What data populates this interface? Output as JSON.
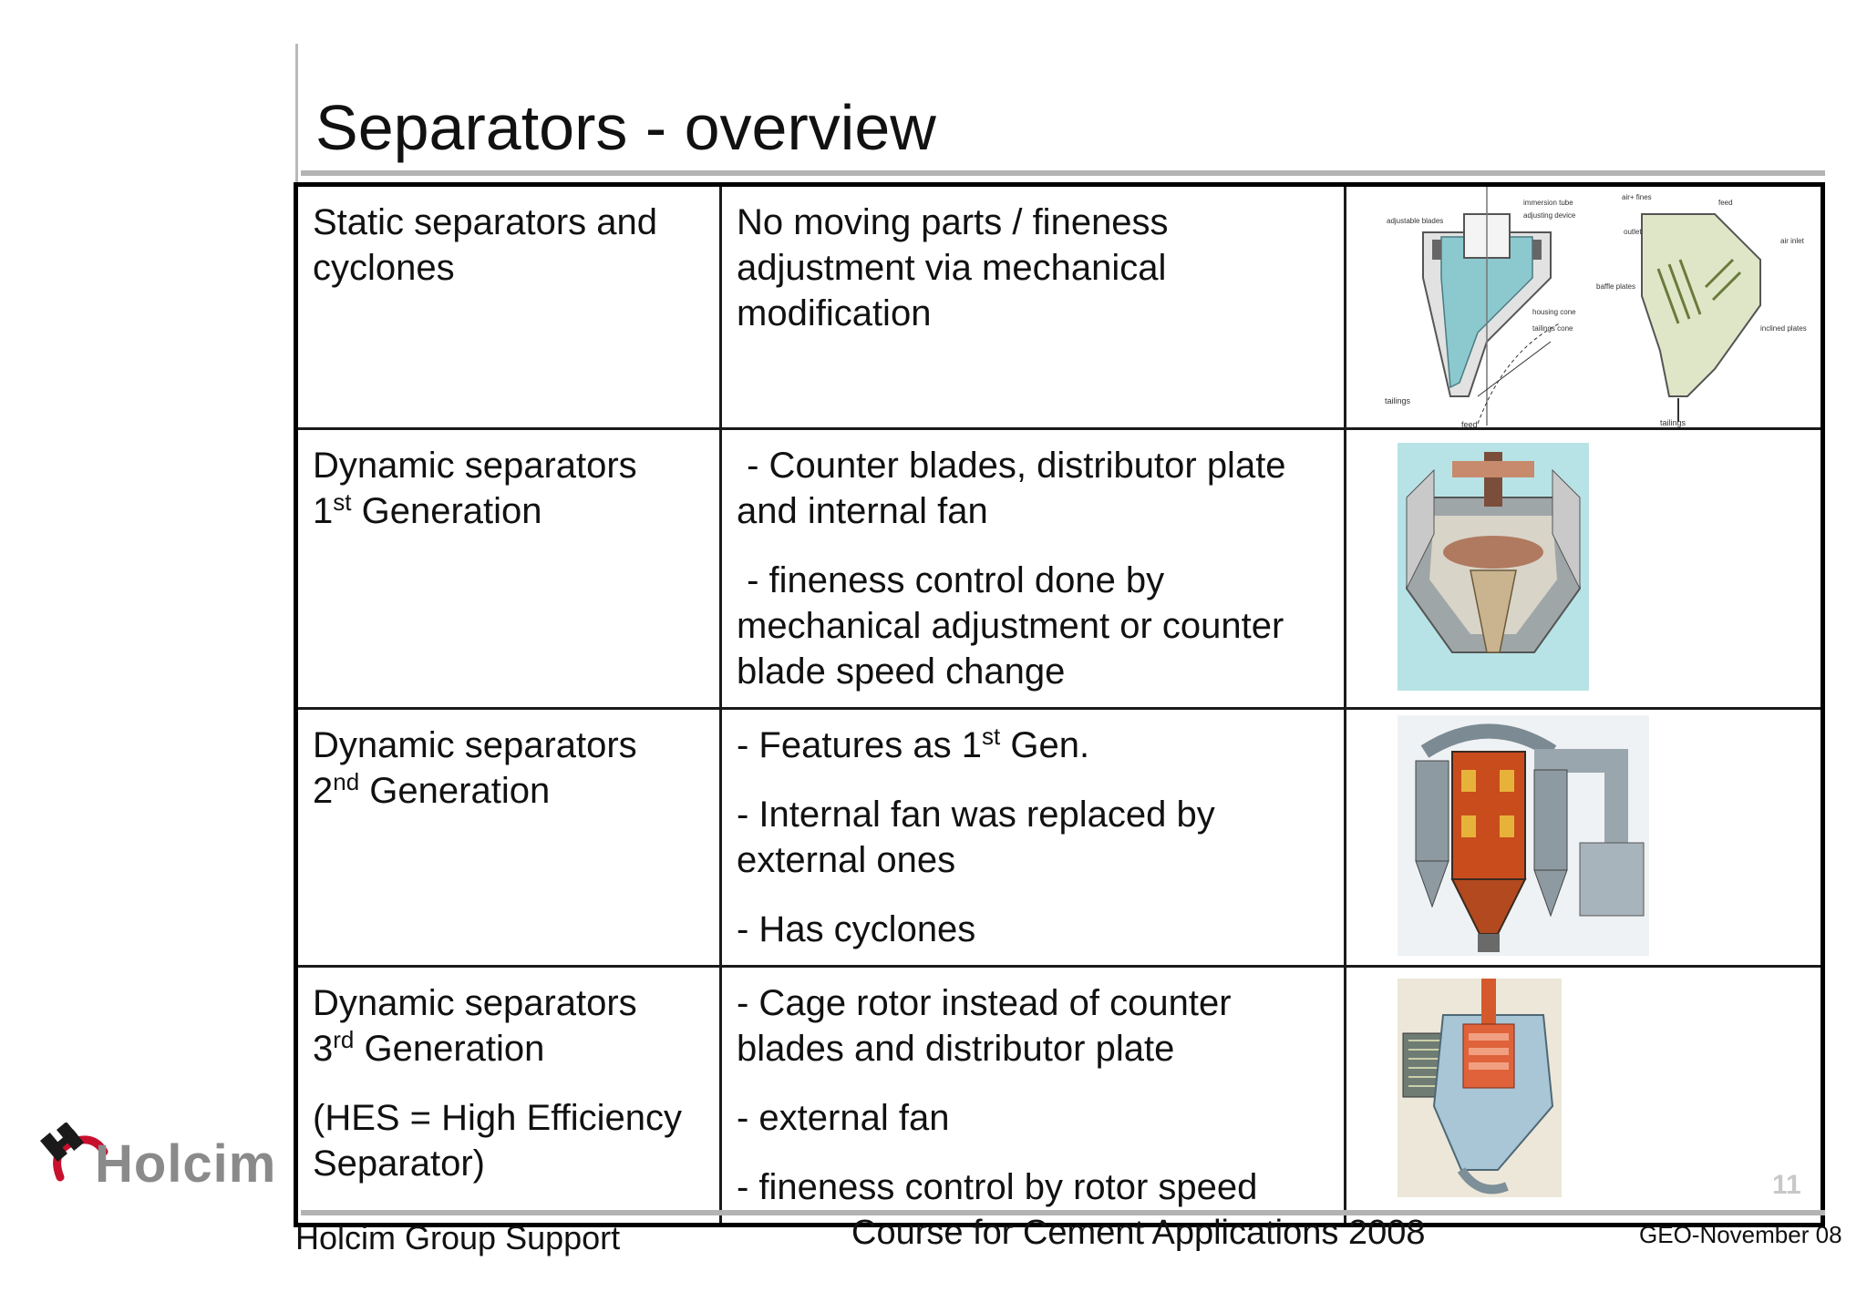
{
  "title": "Separators - overview",
  "rows": [
    {
      "category": "Static separators and cyclones",
      "description": [
        "No moving parts / fineness adjustment via mechanical modification"
      ]
    },
    {
      "category_name": "Dynamic separators",
      "gen_num": "1",
      "gen_sup": "st",
      "gen_word": "Generation",
      "description": [
        " - Counter blades, distributor plate and internal fan",
        " - fineness control done by mechanical adjustment or counter blade speed change"
      ]
    },
    {
      "category_name": "Dynamic separators",
      "gen_num": "2",
      "gen_sup": "nd",
      "gen_word": "Generation",
      "desc1_pre": "- Features as 1",
      "desc1_sup": "st",
      "desc1_post": " Gen.",
      "description": [
        "- Internal fan was replaced by external ones",
        "- Has cyclones"
      ]
    },
    {
      "category_name": "Dynamic separators",
      "gen_num": "3",
      "gen_sup": "rd",
      "gen_word": "Generation",
      "note": "(HES = High Efficiency Separator)",
      "description": [
        "- Cage rotor instead of counter blades and distributor plate",
        "- external fan",
        "- fineness control by rotor speed"
      ]
    }
  ],
  "diagram_labels": {
    "adjustable_blades": "adjustable blades",
    "immersion_tube": "immersion tube",
    "adjusting_device": "adjusting device",
    "housing_cone": "housing cone",
    "tailings_cone": "tailings cone",
    "tailings": "tailings",
    "feed": "feed",
    "air_fines": "air+ fines",
    "outlet": "outlet",
    "air_inlet": "air inlet",
    "baffle_plates": "baffle plates",
    "inclined_plates": "inclined plates"
  },
  "footer": {
    "left": "Holcim Group Support",
    "center": "Course for Cement Applications 2008",
    "right": "GEO-November 08",
    "page": "11"
  },
  "logo": {
    "text": "Holcim",
    "icon": "holcim-logo-icon"
  },
  "colors": {
    "rule": "#b3b3b3",
    "logo_red": "#c8102e",
    "logo_grey": "#8a8a8a"
  }
}
